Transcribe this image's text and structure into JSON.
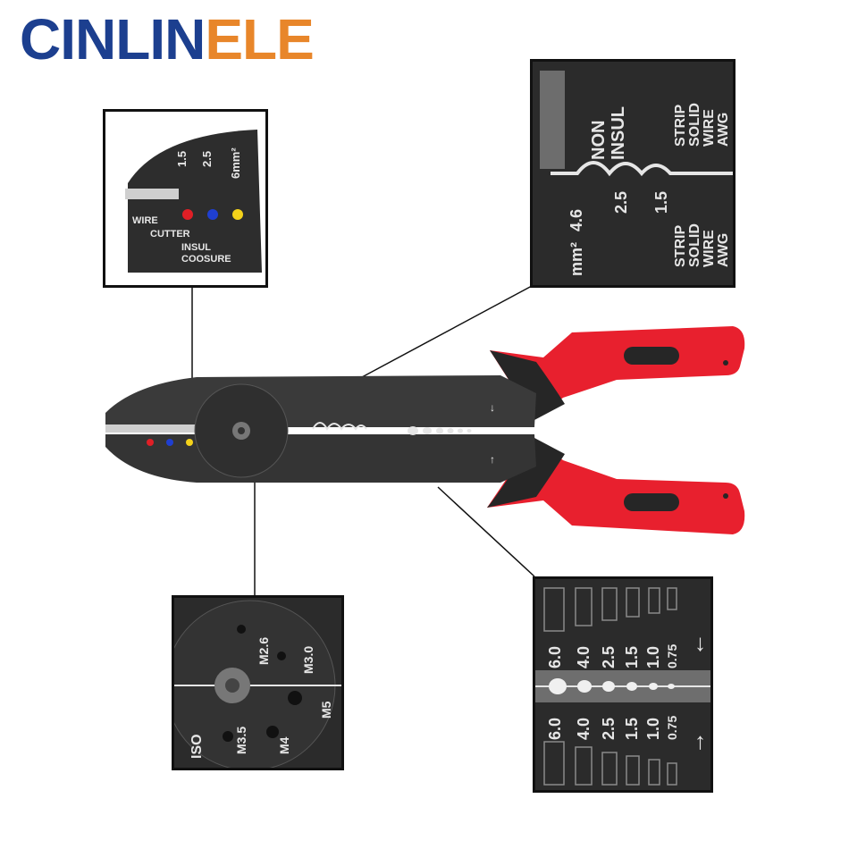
{
  "brand": {
    "part1": "CINLIN",
    "part2": "ELE",
    "color1": "#1c3f8f",
    "color2": "#e8862a"
  },
  "tool": {
    "handle_color": "#e8202e",
    "grip_color": "#262626",
    "body_color": "#3a3a3a"
  },
  "wire_cutter": {
    "sizes": [
      "1.5",
      "2.5",
      "6mm²"
    ],
    "label_wire": "WIRE",
    "label_cutter": "CUTTER",
    "label_insul": "INSUL",
    "label_coosure": "COOSURE",
    "dots": [
      "#e01f26",
      "#1f3fd1",
      "#f4d21a"
    ]
  },
  "stripper": {
    "non": "NON",
    "insul": "INSUL",
    "strip": "STRIP",
    "solid": "SOLID",
    "wire": "WIRE",
    "awg": "AWG",
    "mm2": "mm²",
    "size1": "4.6",
    "size2": "2.5",
    "size3": "1.5"
  },
  "bolt_cutter": {
    "iso": "ISO",
    "m26": "M2.6",
    "m30": "M3.0",
    "m35": "M3.5",
    "m4": "M4",
    "m5": "M5"
  },
  "gauge": {
    "values": [
      "6.0",
      "4.0",
      "2.5",
      "1.5",
      "1.0",
      "0.75"
    ]
  }
}
